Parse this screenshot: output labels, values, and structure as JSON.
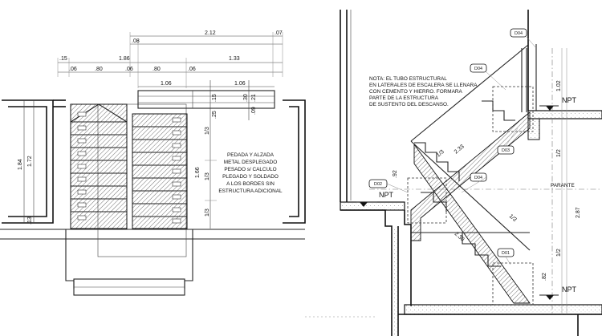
{
  "plan": {
    "dims_top": [
      "2.12",
      ".07",
      ".08",
      ".15",
      "1.86",
      "1.33",
      ".06",
      ".80",
      ".06",
      ".80",
      ".06",
      "1.06",
      "1.06"
    ],
    "dims_mid": [
      ".15",
      ".25",
      ".30",
      ".21",
      ".09"
    ],
    "dims_left": [
      "1.84",
      "1.72",
      ".13"
    ],
    "dims_right": [
      "1/3",
      "1.66",
      "1/3",
      "1/3"
    ],
    "note": [
      "PEDADA Y ALZADA",
      "METAL DESPLEGADO",
      "PESADO s/ CALCULO",
      "PLEGADO Y SOLDADO",
      "A LOS BORDES SIN",
      "ESTRUCTURA ADICIONAL"
    ]
  },
  "section": {
    "note": [
      "NOTA: EL TUBO ESTRUCTURAL",
      "EN LATERALES DE ESCALERA SE LLENARA",
      "CON CEMENTO Y HIERRO. FORMARA",
      "PARTE DE LA ESTRUCTURA",
      "DE SUSTENTO DEL DESCANSO."
    ],
    "tags": [
      "D04",
      "D04",
      "D03",
      "D04",
      "D02",
      "D01"
    ],
    "npt": [
      "NPT",
      "NPT",
      "NPT"
    ],
    "parante": "PARANTE",
    "dims": [
      "2.33",
      "1/3",
      "2.30",
      "1/3",
      "1.02",
      "1/2",
      "2.87",
      "1/2",
      ".82",
      ".92"
    ]
  }
}
